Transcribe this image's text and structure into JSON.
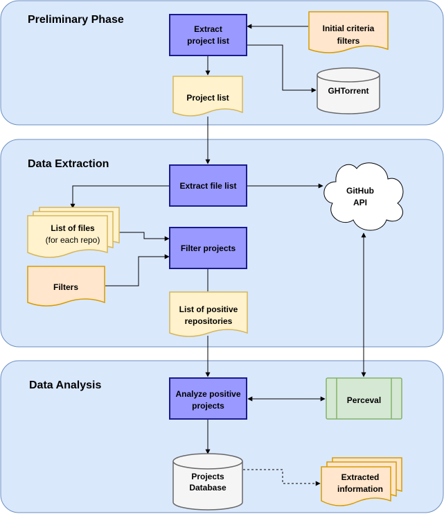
{
  "phases": {
    "preliminary": "Preliminary Phase",
    "extraction": "Data Extraction",
    "analysis": "Data Analysis"
  },
  "nodes": {
    "extract_project_list": [
      "Extract",
      "project list"
    ],
    "initial_criteria": [
      "Initial criteria",
      "filters"
    ],
    "ghtorrent": "GHTorrent",
    "project_list": "Project list",
    "extract_file_list": "Extract file list",
    "github_api": [
      "GitHub",
      "API"
    ],
    "list_of_files": [
      "List of files",
      "(for each repo)"
    ],
    "filter_projects": "Filter projects",
    "filters": "Filters",
    "list_positive": [
      "List of positive",
      "repositories"
    ],
    "analyze_positive": [
      "Analyze positive",
      "projects"
    ],
    "perceval": "Perceval",
    "projects_db": [
      "Projects",
      "Database"
    ],
    "extracted_info": [
      "Extracted",
      "information"
    ]
  }
}
